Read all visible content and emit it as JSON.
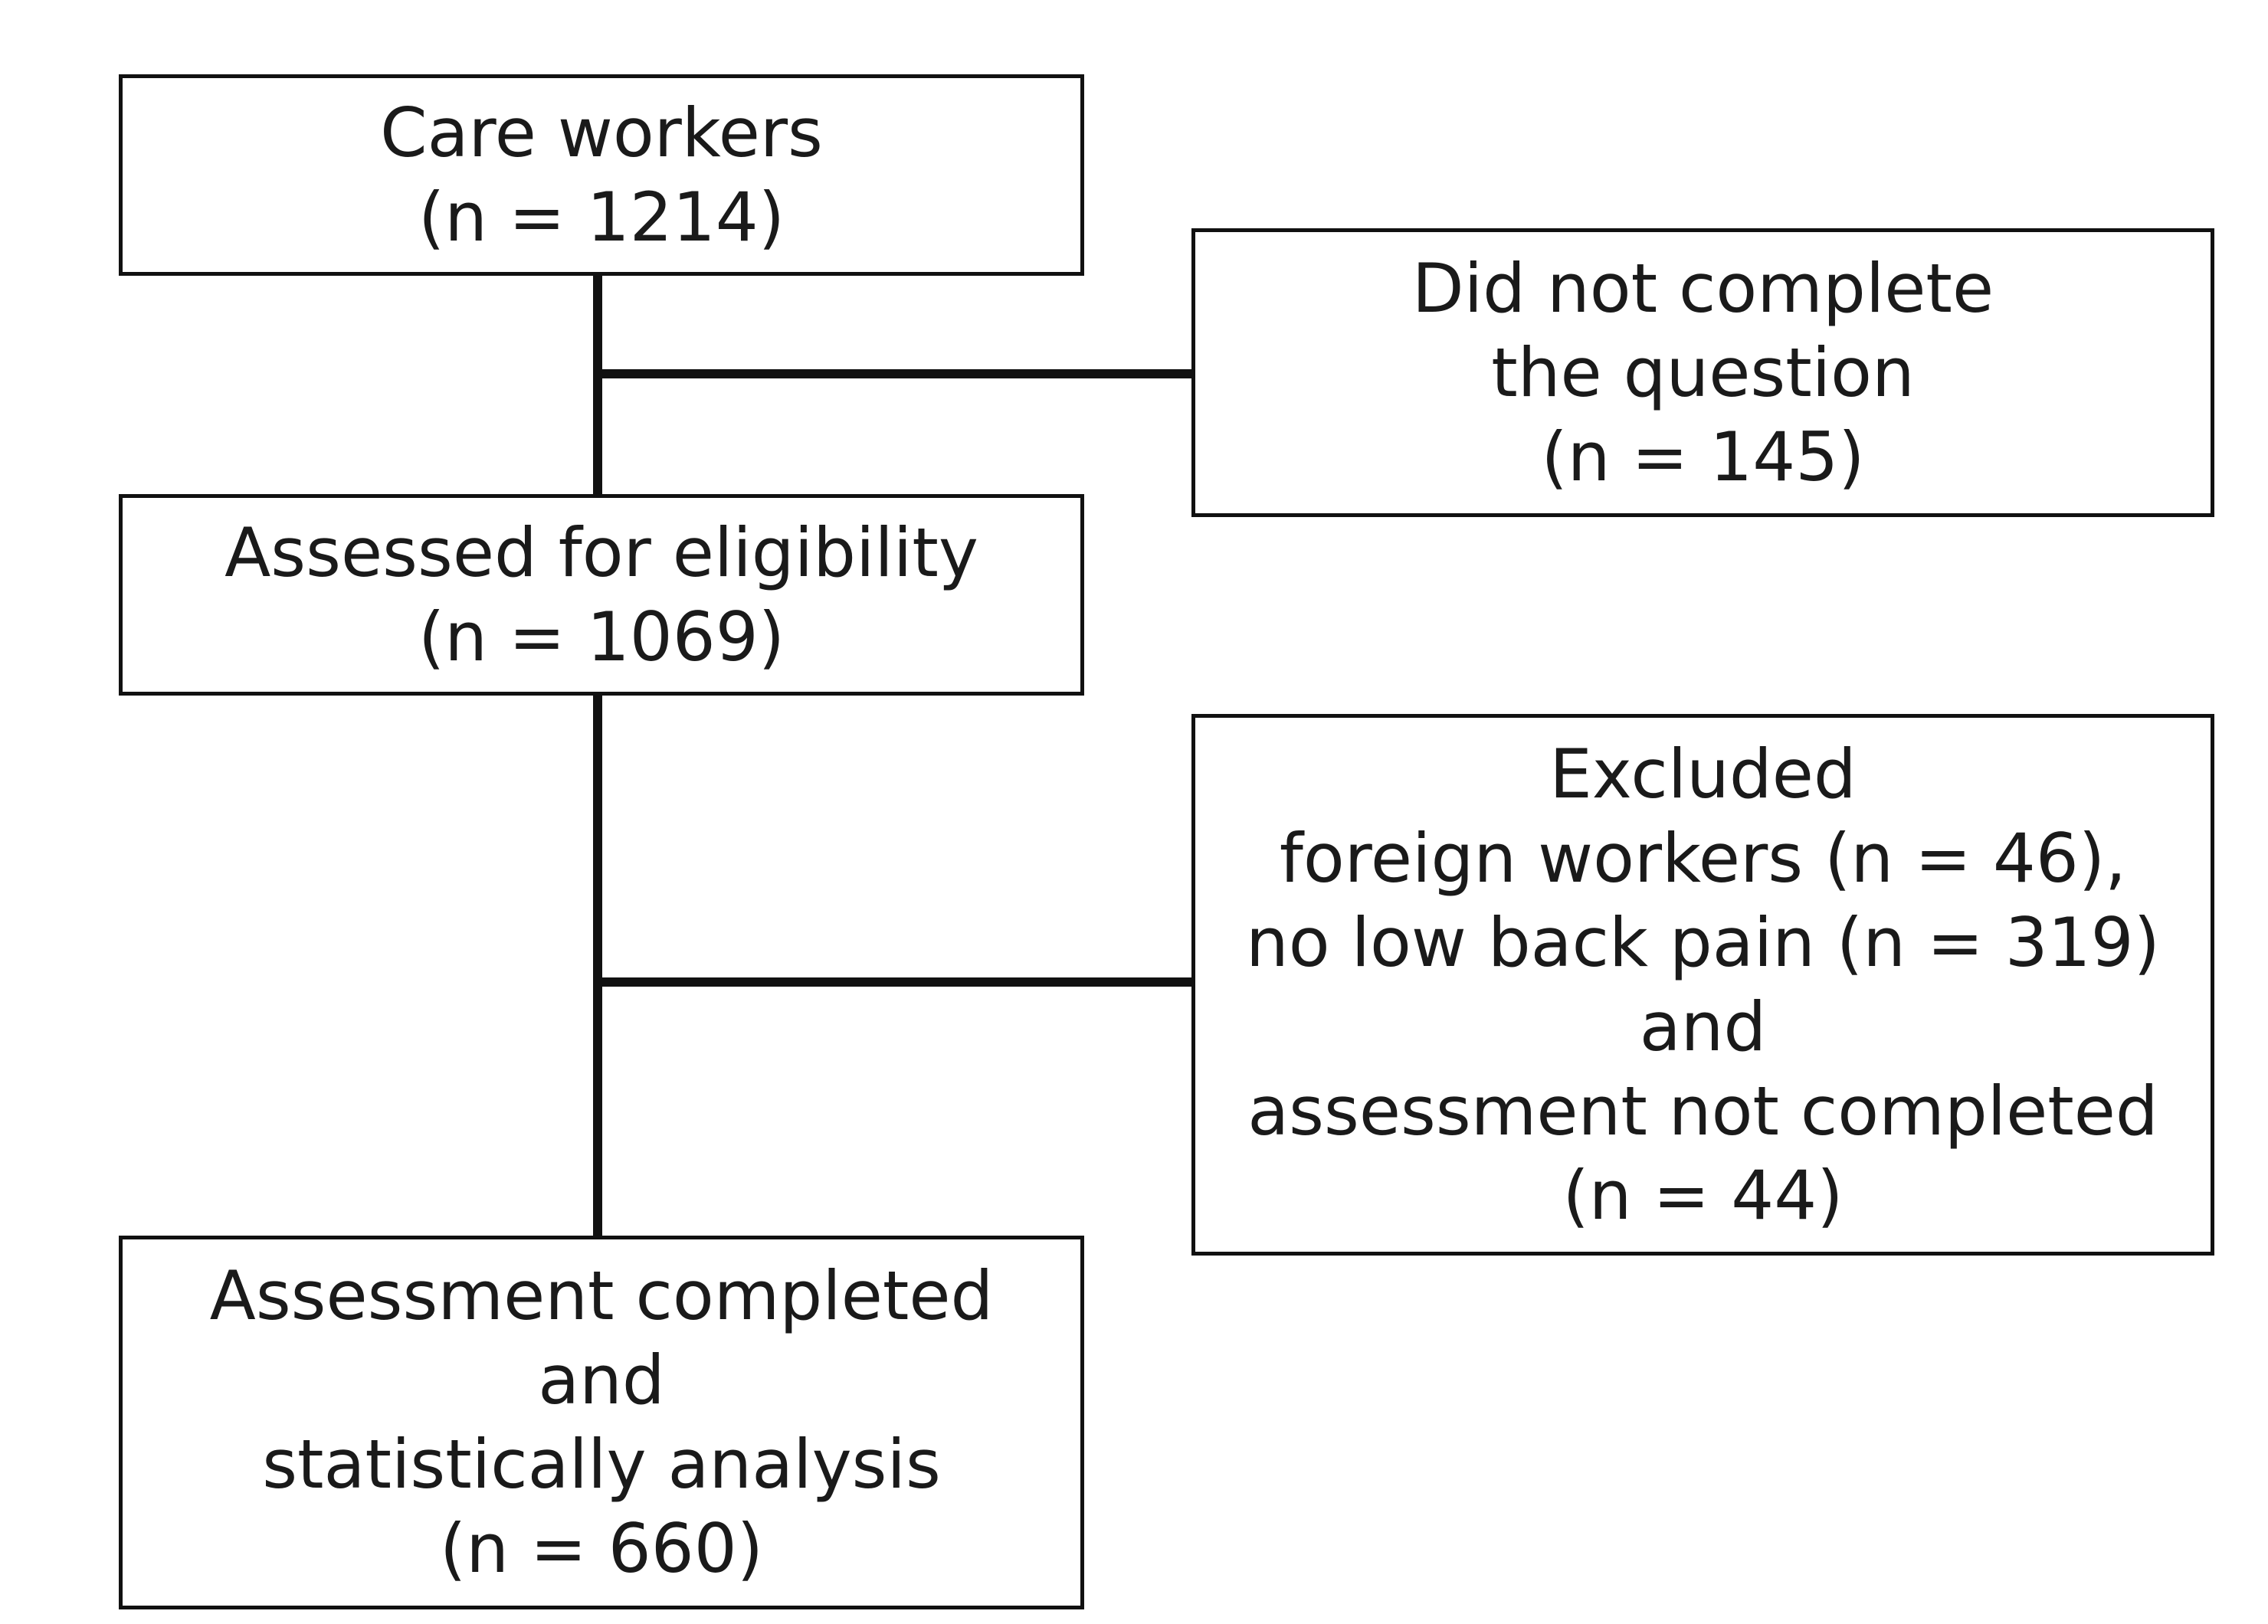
{
  "flowchart": {
    "box_care_workers": {
      "lines": [
        "Care workers",
        "(n = 1214)"
      ]
    },
    "box_did_not_complete": {
      "lines": [
        "Did not complete",
        "the question",
        "(n = 145)"
      ]
    },
    "box_assessed": {
      "lines": [
        "Assessed for eligibility",
        "(n = 1069)"
      ]
    },
    "box_excluded": {
      "lines": [
        "Excluded",
        "foreign workers (n = 46),",
        "no low back pain (n = 319)",
        "and",
        "assessment not completed",
        "(n = 44)"
      ]
    },
    "box_final": {
      "lines": [
        "Assessment completed",
        "and",
        "statistically analysis",
        "(n = 660)"
      ]
    }
  }
}
